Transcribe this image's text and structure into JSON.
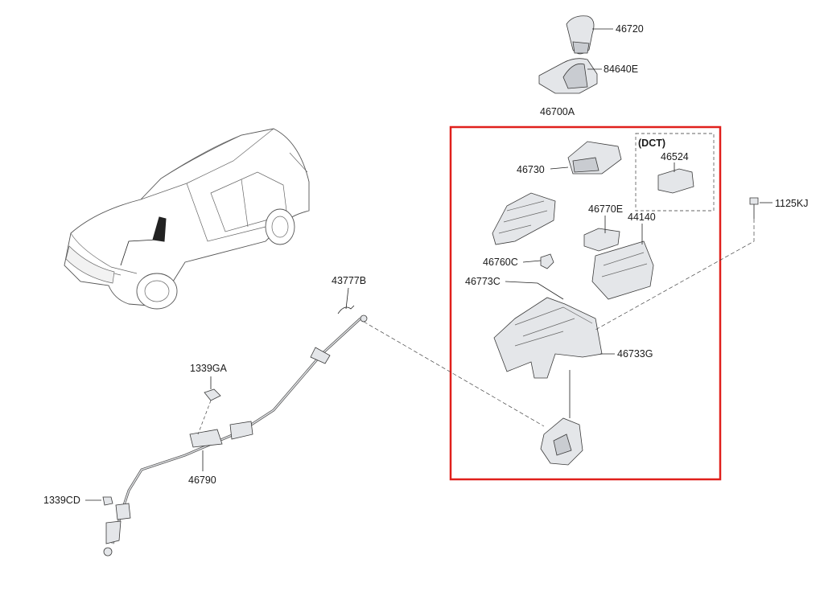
{
  "colors": {
    "frame": "#e0201c",
    "leader": "#222222",
    "part_fill": "#e4e6e9"
  },
  "labels": {
    "p46720": "46720",
    "p84640E": "84640E",
    "p46700A": "46700A",
    "dct": "(DCT)",
    "p46524": "46524",
    "p46730": "46730",
    "p1125KJ": "1125KJ",
    "p46770E": "46770E",
    "p44140": "44140",
    "p46760C": "46760C",
    "p46773C": "46773C",
    "p46733G": "46733G",
    "p43777B": "43777B",
    "p1339GA": "1339GA",
    "p46790": "46790",
    "p1339CD": "1339CD"
  }
}
